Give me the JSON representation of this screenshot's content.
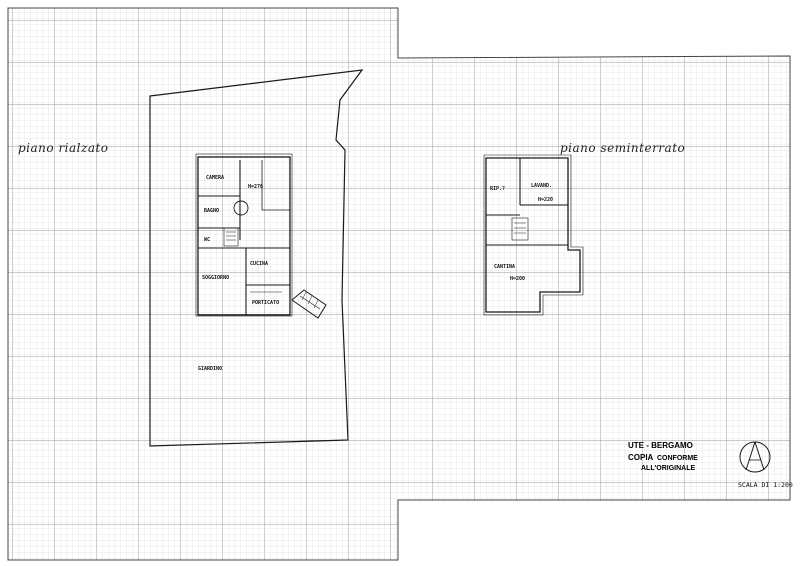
{
  "drawing": {
    "colors": {
      "grid_major": "#9a9a9a",
      "grid_minor": "#d4d4d4",
      "ink": "#1a1a1a",
      "paper": "#ffffff"
    },
    "ground_floor": {
      "title": "piano rialzato",
      "rooms": {
        "camera": "CAMERA",
        "height": "H=270",
        "bagno": "BAGNO",
        "wc": "WC",
        "cucina": "CUCINA",
        "soggiorno": "SOGGIORNO",
        "porticato": "PORTICATO"
      },
      "garden": "GIARDINO"
    },
    "basement": {
      "title": "piano seminterrato",
      "rooms": {
        "rip": "RIP.?",
        "lavanderia": "LAVAND.",
        "lav_height": "H=220",
        "cantina": "CANTINA",
        "cantina_height": "H=200"
      }
    },
    "stamp": {
      "office": "UTE - BERGAMO",
      "copy_word": "COPIA",
      "conforme": "CONFORME",
      "original": "ALL'ORIGINALE"
    },
    "scale": "SCALA DI 1:200",
    "compass_icon": "north-arrow-icon"
  }
}
